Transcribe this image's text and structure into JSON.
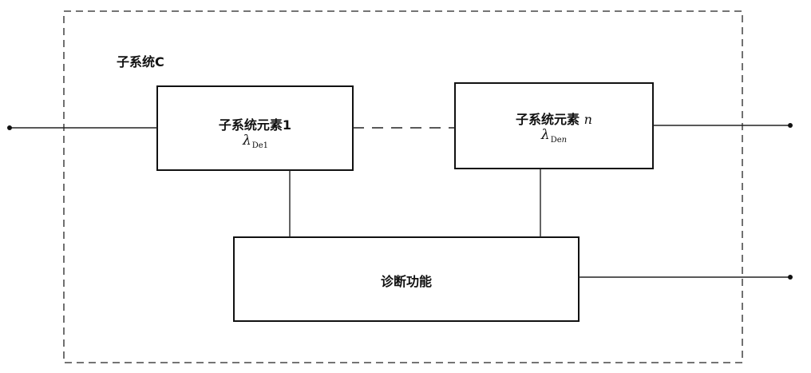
{
  "subsystem": {
    "label": "子系统C"
  },
  "element_first": {
    "label": "子系统元素1",
    "symbol": "λ",
    "subscript": "De1"
  },
  "element_last": {
    "label_prefix": "子系统元素 ",
    "label_index": "n",
    "symbol": "λ",
    "subscript_prefix": "De",
    "subscript_index": "n"
  },
  "diagnostic": {
    "label": "诊断功能"
  }
}
